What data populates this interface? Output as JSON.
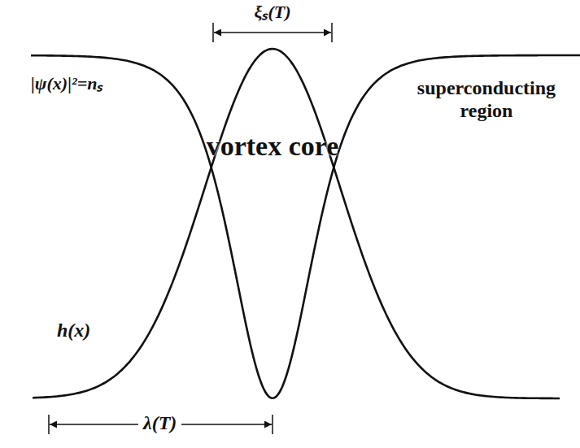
{
  "diagram": {
    "nodes": [
      {
        "text": [
          "vortex core"
        ]
      }
    ],
    "labels": [
      "ξₛ(T)",
      "|ψ(x)|²=nₛ",
      "superconducting region",
      "h(x)",
      "λ(T)"
    ]
  }
}
